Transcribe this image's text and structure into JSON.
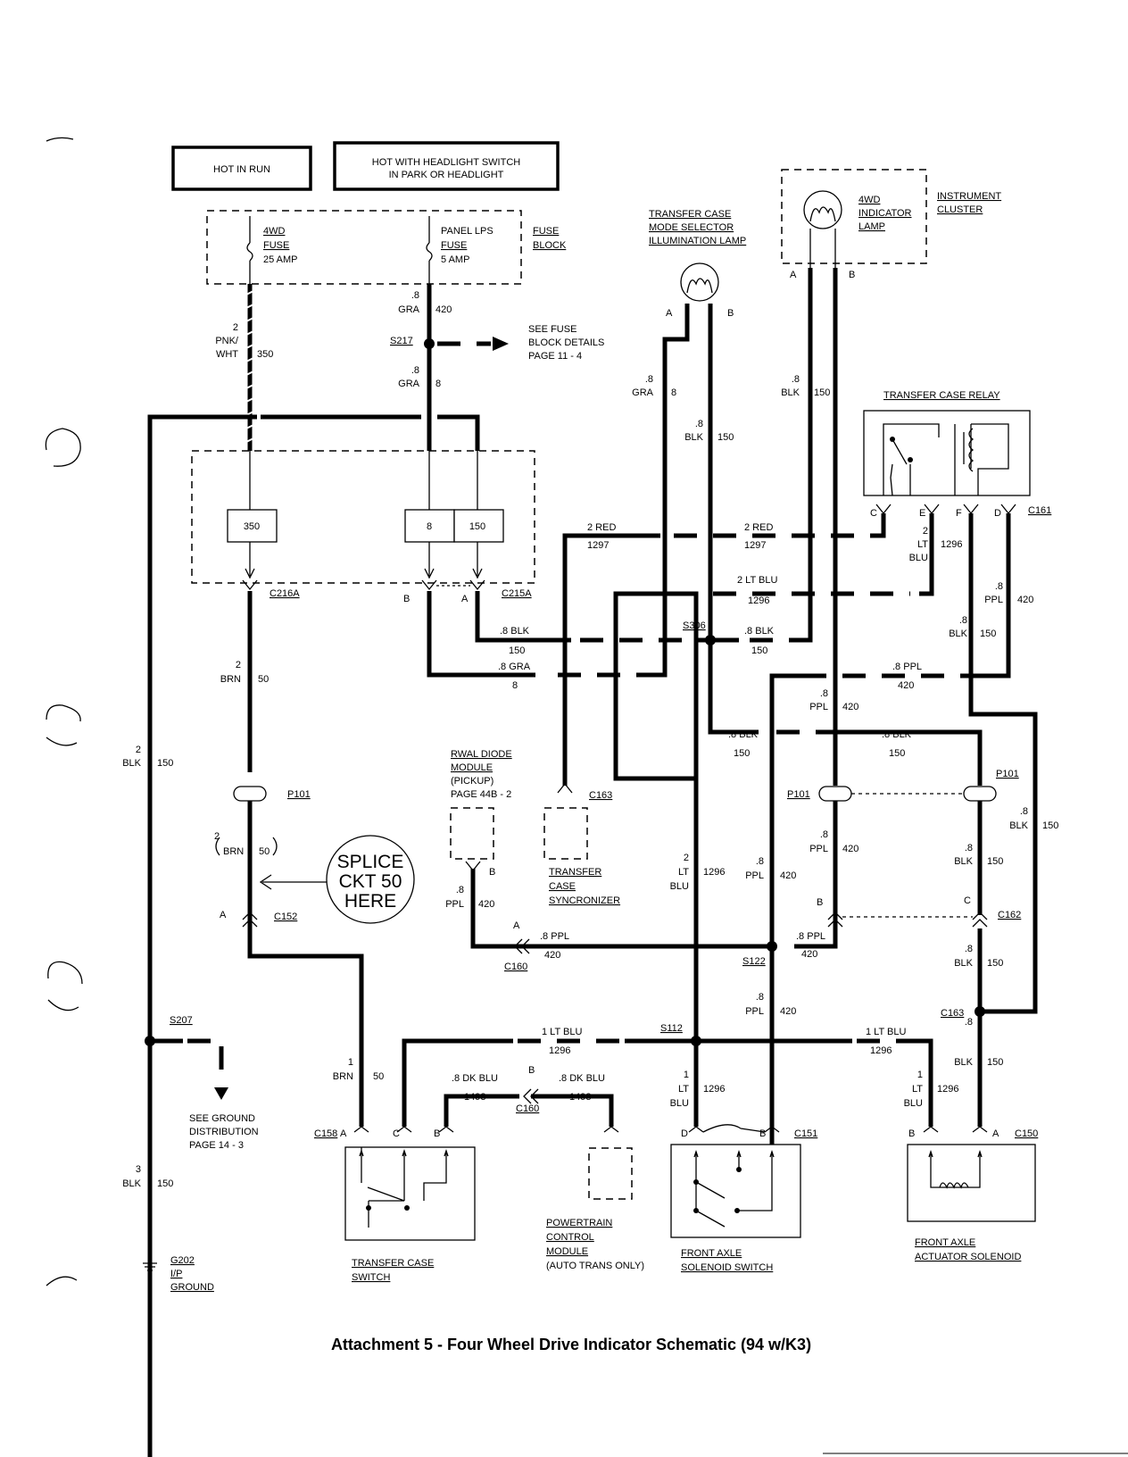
{
  "hot_boxes": [
    "HOT IN RUN",
    "HOT WITH HEADLIGHT SWITCH",
    "IN PARK OR HEADLIGHT"
  ],
  "fuse_block": {
    "label": [
      "FUSE",
      "BLOCK"
    ],
    "fuse_4wd": [
      "4WD",
      "FUSE",
      "25 AMP"
    ],
    "fuse_panel": [
      "PANEL LPS",
      "FUSE",
      "5 AMP"
    ]
  },
  "instrument_cluster": {
    "label": [
      "INSTRUMENT",
      "CLUSTER"
    ],
    "lamp": [
      "4WD",
      "INDICATOR",
      "LAMP"
    ]
  },
  "selector_lamp": [
    "TRANSFER CASE",
    "MODE SELECTOR",
    "ILLUMINATION LAMP"
  ],
  "relay_title": "TRANSFER CASE RELAY",
  "see_fuse": [
    "SEE FUSE",
    "BLOCK DETAILS",
    "PAGE 11 - 4"
  ],
  "see_ground": [
    "SEE GROUND",
    "DISTRIBUTION",
    "PAGE 14 - 3"
  ],
  "splice_note": [
    "SPLICE",
    "CKT 50",
    "HERE"
  ],
  "rwal": [
    "RWAL DIODE",
    "MODULE",
    "(PICKUP)",
    "PAGE 44B - 2"
  ],
  "tcs_sync": [
    "TRANSFER",
    "CASE",
    "SYNCRONIZER"
  ],
  "pcm": [
    "POWERTRAIN",
    "CONTROL",
    "MODULE",
    "(AUTO TRANS ONLY)"
  ],
  "tcswitch": [
    "TRANSFER CASE",
    "SWITCH"
  ],
  "fass": [
    "FRONT AXLE",
    "SOLENOID SWITCH"
  ],
  "faas": [
    "FRONT AXLE",
    "ACTUATOR SOLENOID"
  ],
  "ground": [
    "G202",
    "I/P",
    "GROUND"
  ],
  "pins": {
    "350": "350",
    "8": "8",
    "150": "150",
    "A": "A",
    "B": "B",
    "C": "C",
    "D": "D",
    "E": "E",
    "F": "F"
  },
  "connectors": {
    "c215a": "C215A",
    "c216a": "C216A",
    "c161": "C161",
    "c163": "C163",
    "c152": "C152",
    "c160": "C160",
    "c162": "C162",
    "c158": "C158",
    "c151": "C151",
    "c150": "C150",
    "p101": "P101"
  },
  "splices": {
    "s217": "S217",
    "s306": "S306",
    "s207": "S207",
    "s122": "S122",
    "s112": "S112",
    "c163b": "C163"
  },
  "wires": {
    "pnk_size": "2",
    "pnk_color": "PNK/",
    "pnk_color2": "WHT",
    "pnk_ckt": "350",
    "gra_size": ".8",
    "gra_color": "GRA",
    "ckt_420": "420",
    "ckt_8": "8",
    "blk_size": ".8",
    "blk_color": "BLK",
    "ckt_150": "150",
    "blk2_size": "2",
    "blk3_size": "3",
    "brn2_size": "2",
    "brn_color": "BRN",
    "ckt_50": "50",
    "brn1_size": "1",
    "red": "2 RED",
    "ckt_1297": "1297",
    "ltblu2": "2 LT BLU",
    "ckt_1296": "1296",
    "lt": "LT",
    "blu": "BLU",
    "ltblu1": "1 LT BLU",
    "ppl_color": "PPL",
    "ppl_size": ".8",
    "blk_run": ".8 BLK",
    "gra_run": ".8 GRA",
    "ppl_run": ".8 PPL",
    "dkblu_run": ".8 DK BLU",
    "ckt_1493": "1493"
  },
  "caption": "Attachment 5 - Four Wheel Drive Indicator Schematic (94 w/K3)"
}
